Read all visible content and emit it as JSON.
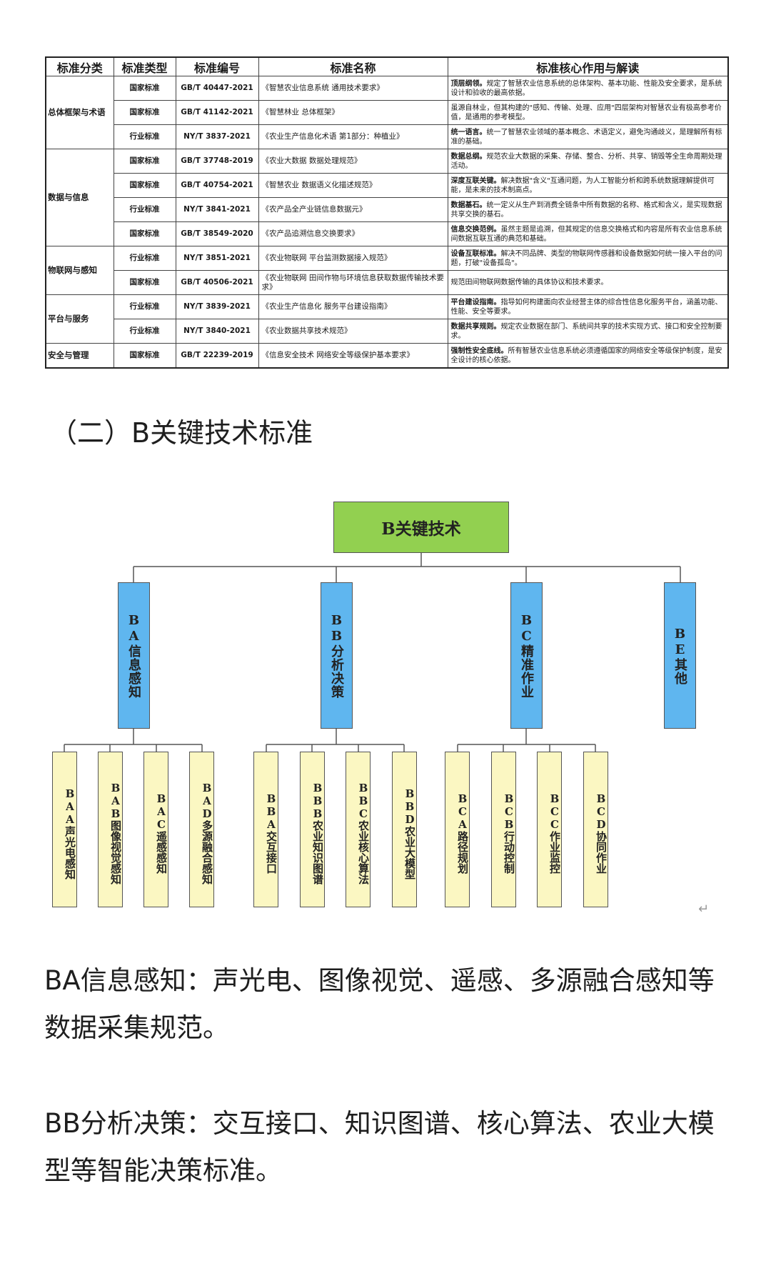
{
  "table": {
    "headers": [
      "标准分类",
      "标准类型",
      "标准编号",
      "标准名称",
      "标准核心作用与解读"
    ],
    "groups": [
      {
        "category": "总体框架与术语",
        "rows": [
          {
            "type": "国家标准",
            "code": "GB/T 40447-2021",
            "name": "《智慧农业信息系统 通用技术要求》",
            "desc_bold": "顶层纲领。",
            "desc": "规定了智慧农业信息系统的总体架构、基本功能、性能及安全要求，是系统设计和验收的最高依据。"
          },
          {
            "type": "国家标准",
            "code": "GB/T 41142-2021",
            "name": "《智慧林业 总体框架》",
            "desc_bold": "",
            "desc": "虽源自林业，但其构建的\"感知、传输、处理、应用\"四层架构对智慧农业有极高参考价值，是通用的参考模型。"
          },
          {
            "type": "行业标准",
            "code": "NY/T 3837-2021",
            "name": "《农业生产信息化术语 第1部分：种植业》",
            "desc_bold": "统一语言。",
            "desc": "统一了智慧农业领域的基本概念、术语定义，避免沟通歧义，是理解所有标准的基础。"
          }
        ]
      },
      {
        "category": "数据与信息",
        "rows": [
          {
            "type": "国家标准",
            "code": "GB/T 37748-2019",
            "name": "《农业大数据 数据处理规范》",
            "desc_bold": "数据总纲。",
            "desc": "规范农业大数据的采集、存储、整合、分析、共享、销毁等全生命周期处理活动。"
          },
          {
            "type": "国家标准",
            "code": "GB/T 40754-2021",
            "name": "《智慧农业 数据语义化描述规范》",
            "desc_bold": "深度互联关键。",
            "desc": "解决数据\"含义\"互通问题，为人工智能分析和跨系统数据理解提供可能，是未来的技术制高点。"
          },
          {
            "type": "行业标准",
            "code": "NY/T 3841-2021",
            "name": "《农产品全产业链信息数据元》",
            "desc_bold": "数据基石。",
            "desc": "统一定义从生产到消费全链条中所有数据的名称、格式和含义，是实现数据共享交换的基石。"
          },
          {
            "type": "国家标准",
            "code": "GB/T 38549-2020",
            "name": "《农产品追溯信息交换要求》",
            "desc_bold": "信息交换范例。",
            "desc": "虽然主题是追溯，但其规定的信息交换格式和内容是所有农业信息系统间数据互联互通的典范和基础。"
          }
        ]
      },
      {
        "category": "物联网与感知",
        "rows": [
          {
            "type": "行业标准",
            "code": "NY/T 3851-2021",
            "name": "《农业物联网 平台监测数据接入规范》",
            "desc_bold": "设备互联标准。",
            "desc": "解决不同品牌、类型的物联网传感器和设备数据如何统一接入平台的问题，打破\"设备孤岛\"。"
          },
          {
            "type": "国家标准",
            "code": "GB/T 40506-2021",
            "name": "《农业物联网 田间作物与环境信息获取数据传输技术要求》",
            "desc_bold": "",
            "desc": "规范田间物联网数据传输的具体协议和技术要求。"
          }
        ]
      },
      {
        "category": "平台与服务",
        "rows": [
          {
            "type": "行业标准",
            "code": "NY/T 3839-2021",
            "name": "《农业生产信息化 服务平台建设指南》",
            "desc_bold": "平台建设指南。",
            "desc": "指导如何构建面向农业经营主体的综合性信息化服务平台，涵盖功能、性能、安全等要求。"
          },
          {
            "type": "行业标准",
            "code": "NY/T 3840-2021",
            "name": "《农业数据共享技术规范》",
            "desc_bold": "数据共享规则。",
            "desc": "规定农业数据在部门、系统间共享的技术实现方式、接口和安全控制要求。"
          }
        ]
      },
      {
        "category": "安全与管理",
        "rows": [
          {
            "type": "国家标准",
            "code": "GB/T 22239-2019",
            "name": "《信息安全技术 网络安全等级保护基本要求》",
            "desc_bold": "强制性安全底线。",
            "desc": "所有智慧农业信息系统必须遵循国家的网络安全等级保护制度，是安全设计的核心依据。"
          }
        ]
      }
    ]
  },
  "heading": "（二）B关键技术标准",
  "diagram": {
    "root": "B关键技术",
    "branches": [
      {
        "label": "BA信息感知",
        "children": [
          "BAA声光电感知",
          "BAB图像视觉感知",
          "BAC遥感感知",
          "BAD多源融合感知"
        ]
      },
      {
        "label": "BB分析决策",
        "children": [
          "BBA交互接口",
          "BBB农业知识图谱",
          "BBC农业核心算法",
          "BBD农业大模型"
        ]
      },
      {
        "label": "BC精准作业",
        "children": [
          "BCA路径规划",
          "BCB行动控制",
          "BCC作业监控",
          "BCD协同作业"
        ]
      },
      {
        "label": "BE其他",
        "children": []
      }
    ],
    "return_mark": "↵"
  },
  "paragraphs": [
    "BA信息感知：声光电、图像视觉、遥感、多源融合感知等数据采集规范。",
    "BB分析决策：交互接口、知识图谱、核心算法、农业大模型等智能决策标准。"
  ],
  "colors": {
    "root": "#92d050",
    "branch": "#5fb6ef",
    "leaf": "#fbf7c2"
  }
}
